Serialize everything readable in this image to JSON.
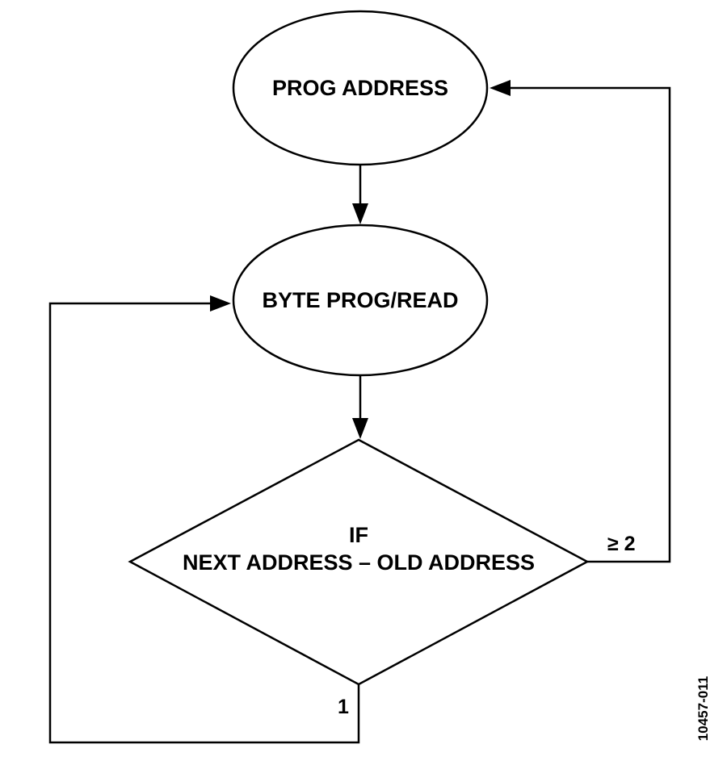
{
  "diagram": {
    "nodes": {
      "prog_address": {
        "label": "PROG ADDRESS",
        "shape": "ellipse"
      },
      "byte_prog_read": {
        "label": "BYTE PROG/READ",
        "shape": "ellipse"
      },
      "decision": {
        "line1": "IF",
        "line2": "NEXT ADDRESS – OLD ADDRESS",
        "shape": "diamond"
      }
    },
    "edges": {
      "greater_equal_two": {
        "from": "decision",
        "to": "prog_address",
        "label": "≥ 2"
      },
      "equal_one": {
        "from": "decision",
        "to": "byte_prog_read",
        "label": "1"
      }
    },
    "figure_id": "10457-011",
    "colors": {
      "stroke": "#000000",
      "fill": "#ffffff"
    }
  }
}
